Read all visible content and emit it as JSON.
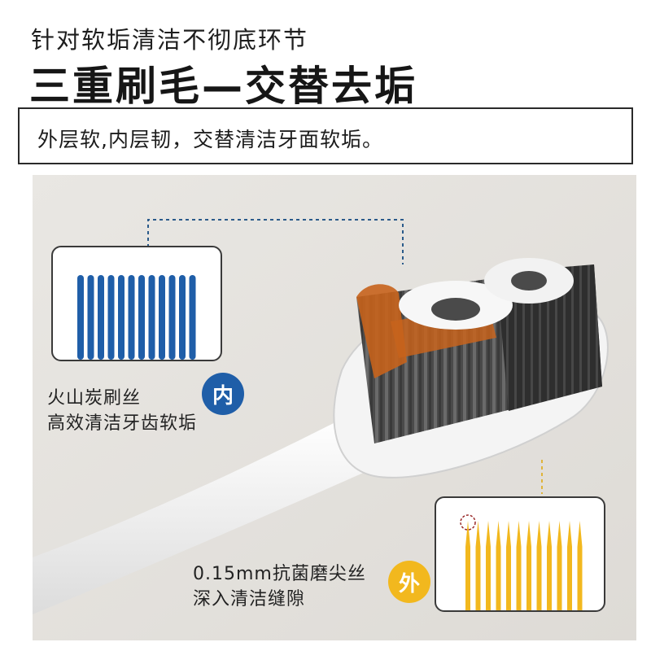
{
  "header": {
    "subtitle": "针对软垢清洁不彻底环节",
    "title": "三重刷毛—交替去垢"
  },
  "description": "外层软,内层韧，交替清洁牙面软垢。",
  "inner_callout": {
    "badge": "内",
    "line1": "火山炭刷丝",
    "line2": "高效清洁牙齿软垢",
    "bristle_color": "#1f5ea8",
    "bristle_count": 12
  },
  "outer_callout": {
    "badge": "外",
    "line1": "0.15mm抗菌磨尖丝",
    "line2": "深入清洁缝隙",
    "bristle_color": "#f2b81e",
    "bristle_count": 12
  },
  "colors": {
    "accent_blue": "#1f5ea8",
    "accent_yellow": "#f2b81e",
    "bristle_orange": "#c7631c",
    "bristle_gray": "#5a5a5a"
  }
}
